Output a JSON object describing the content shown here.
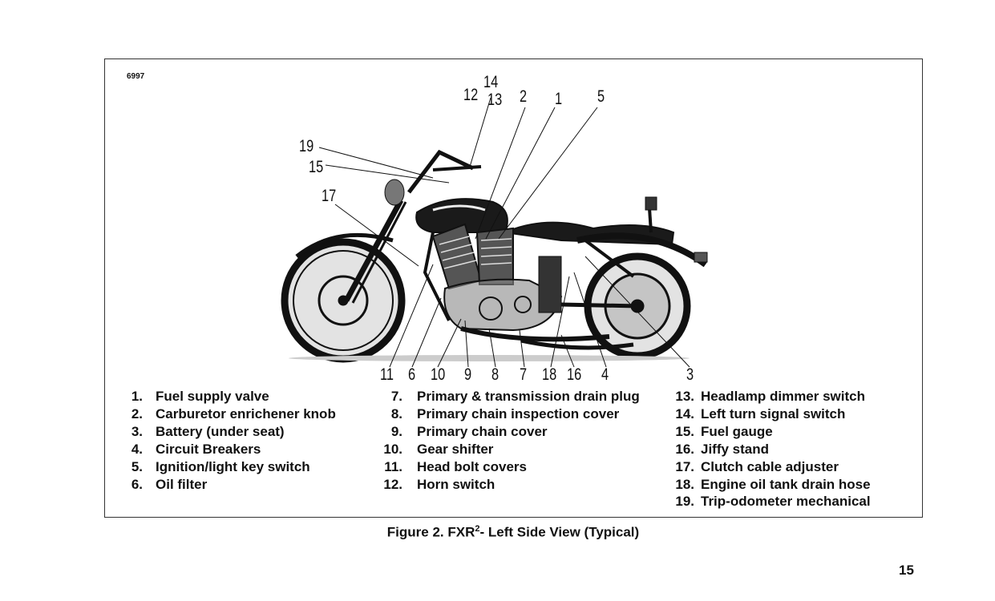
{
  "figure_id": "6997",
  "callouts": {
    "top": [
      "14",
      "12",
      "13",
      "2",
      "1",
      "5"
    ],
    "left": [
      "19",
      "15",
      "17"
    ],
    "bottom": [
      "11",
      "6",
      "10",
      "9",
      "8",
      "7",
      "18",
      "16",
      "4",
      "3"
    ]
  },
  "legend": {
    "col1": [
      {
        "num": "1.",
        "text": "Fuel supply valve"
      },
      {
        "num": "2.",
        "text": "Carburetor enrichener knob"
      },
      {
        "num": "3.",
        "text": "Battery (under seat)"
      },
      {
        "num": "4.",
        "text": "Circuit Breakers"
      },
      {
        "num": "5.",
        "text": "Ignition/light key switch"
      },
      {
        "num": "6.",
        "text": "Oil filter"
      }
    ],
    "col2": [
      {
        "num": "7.",
        "text": "Primary & transmission drain plug"
      },
      {
        "num": "8.",
        "text": "Primary chain inspection cover"
      },
      {
        "num": "9.",
        "text": "Primary chain cover"
      },
      {
        "num": "10.",
        "text": "Gear shifter"
      },
      {
        "num": "11.",
        "text": "Head bolt covers"
      },
      {
        "num": "12.",
        "text": "Horn switch"
      }
    ],
    "col3": [
      {
        "num": "13.",
        "text": "Headlamp dimmer switch"
      },
      {
        "num": "14.",
        "text": "Left turn signal switch"
      },
      {
        "num": "15.",
        "text": "Fuel gauge"
      },
      {
        "num": "16.",
        "text": "Jiffy stand"
      },
      {
        "num": "17.",
        "text": "Clutch cable adjuster"
      },
      {
        "num": "18.",
        "text": "Engine oil tank drain hose"
      },
      {
        "num": "19.",
        "text": "Trip-odometer mechanical"
      }
    ]
  },
  "caption": {
    "prefix": "Figure 2. FXR",
    "superscript": "2",
    "suffix": "- Left Side View (Typical)"
  },
  "page_number": "15"
}
